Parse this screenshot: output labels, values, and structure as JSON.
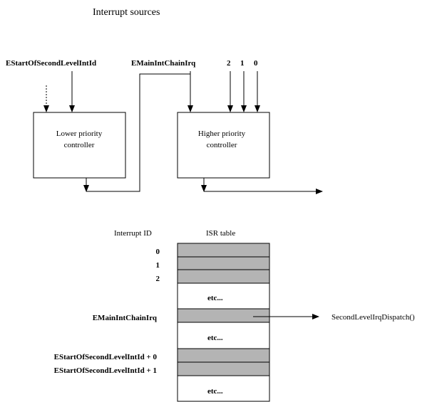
{
  "title": "Interrupt sources",
  "sources": {
    "second_level": "EStartOfSecondLevelIntId",
    "main_chain": "EMainIntChainIrq",
    "num_2": "2",
    "num_1": "1",
    "num_0": "0"
  },
  "controllers": {
    "lower_line1": "Lower priority",
    "lower_line2": "controller",
    "higher_line1": "Higher priority",
    "higher_line2": "controller"
  },
  "table": {
    "id_header": "Interrupt ID",
    "isr_header": "ISR table",
    "ids": {
      "id0": "0",
      "id1": "1",
      "id2": "2",
      "chain": "EMainIntChainIrq",
      "sl0": "EStartOfSecondLevelIntId + 0",
      "sl1": "EStartOfSecondLevelIntId + 1"
    },
    "etc1": "etc...",
    "etc2": "etc...",
    "etc3": "etc...",
    "dispatch": "SecondLevelIrqDispatch()"
  },
  "colors": {
    "shaded_cell": "#b4b4b4",
    "line": "#000000"
  }
}
